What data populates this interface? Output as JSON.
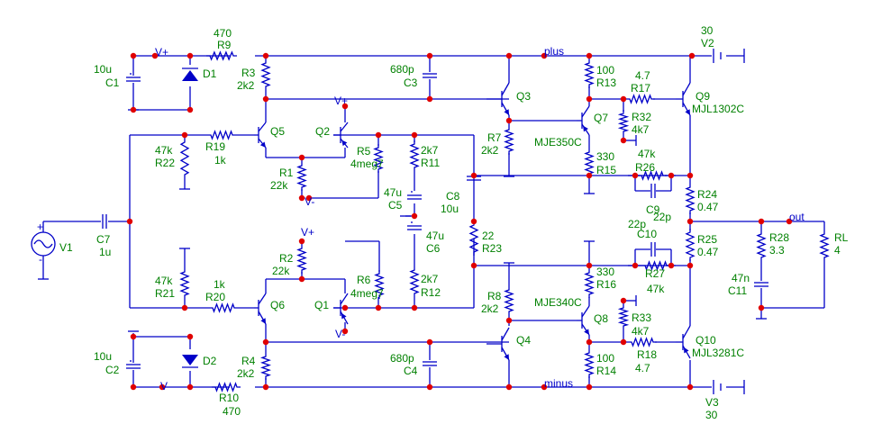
{
  "schematic": {
    "nets": {
      "vplus_top": "V+",
      "vminus_bot": "V-",
      "vplus_q2": "V+",
      "vminus_r1": "V-",
      "vplus_r2": "V+",
      "vminus_q1": "V-",
      "plus": "plus",
      "minus": "minus",
      "out": "out"
    },
    "components": {
      "V1": {
        "ref": "V1"
      },
      "C7": {
        "ref": "C7",
        "value": "1u"
      },
      "C1": {
        "ref": "C1",
        "value": "10u"
      },
      "D1": {
        "ref": "D1"
      },
      "R9": {
        "ref": "R9",
        "value": "470"
      },
      "R3": {
        "ref": "R3",
        "value": "2k2"
      },
      "C3": {
        "ref": "C3",
        "value": "680p"
      },
      "R22": {
        "ref": "R22",
        "value": "47k"
      },
      "R19": {
        "ref": "R19",
        "value": "1k"
      },
      "Q5": {
        "ref": "Q5"
      },
      "Q2": {
        "ref": "Q2"
      },
      "R1": {
        "ref": "R1",
        "value": "22k"
      },
      "R5": {
        "ref": "R5",
        "value": "4meg7"
      },
      "R11": {
        "ref": "R11",
        "value": "2k7"
      },
      "C5": {
        "ref": "C5",
        "value": "47u"
      },
      "C6": {
        "ref": "C6",
        "value": "47u"
      },
      "C8": {
        "ref": "C8",
        "value": "10u"
      },
      "R23": {
        "ref": "R23",
        "value": "22"
      },
      "R12": {
        "ref": "R12",
        "value": "2k7"
      },
      "R6": {
        "ref": "R6",
        "value": "4meg7"
      },
      "R2": {
        "ref": "R2",
        "value": "22k"
      },
      "Q1": {
        "ref": "Q1"
      },
      "Q6": {
        "ref": "Q6"
      },
      "R20": {
        "ref": "R20",
        "value": "1k"
      },
      "R21": {
        "ref": "R21",
        "value": "47k"
      },
      "C2": {
        "ref": "C2",
        "value": "10u"
      },
      "D2": {
        "ref": "D2"
      },
      "R10": {
        "ref": "R10",
        "value": "470"
      },
      "R4": {
        "ref": "R4",
        "value": "2k2"
      },
      "C4": {
        "ref": "C4",
        "value": "680p"
      },
      "Q3": {
        "ref": "Q3"
      },
      "Q4": {
        "ref": "Q4"
      },
      "R7": {
        "ref": "R7",
        "value": "2k2"
      },
      "R8": {
        "ref": "R8",
        "value": "2k2"
      },
      "Q7": {
        "ref": "Q7",
        "part": "MJE350C"
      },
      "Q8": {
        "ref": "Q8",
        "part": "MJE340C"
      },
      "R13": {
        "ref": "R13",
        "value": "100"
      },
      "R15": {
        "ref": "R15",
        "value": "330"
      },
      "R16": {
        "ref": "R16",
        "value": "330"
      },
      "R14": {
        "ref": "R14",
        "value": "100"
      },
      "R17": {
        "ref": "R17",
        "value": "4.7"
      },
      "R18": {
        "ref": "R18",
        "value": "4.7"
      },
      "R32": {
        "ref": "R32",
        "value": "4k7"
      },
      "R33": {
        "ref": "R33",
        "value": "4k7"
      },
      "R26": {
        "ref": "R26",
        "value": "47k"
      },
      "R27": {
        "ref": "R27",
        "value": "47k"
      },
      "C9": {
        "ref": "C9",
        "value": "22p"
      },
      "C10": {
        "ref": "C10",
        "value": "22p"
      },
      "Q9": {
        "ref": "Q9",
        "part": "MJL1302C"
      },
      "Q10": {
        "ref": "Q10",
        "part": "MJL3281C"
      },
      "R24": {
        "ref": "R24",
        "value": "0.47"
      },
      "R25": {
        "ref": "R25",
        "value": "0.47"
      },
      "V2": {
        "ref": "V2",
        "value": "30"
      },
      "V3": {
        "ref": "V3",
        "value": "30"
      },
      "R28": {
        "ref": "R28",
        "value": "3.3"
      },
      "C11": {
        "ref": "C11",
        "value": "47n"
      },
      "RL": {
        "ref": "RL",
        "value": "4"
      }
    },
    "colors": {
      "wire": "#0000c8",
      "label": "#008000",
      "junction": "#e00000",
      "background": "#ffffff"
    }
  }
}
